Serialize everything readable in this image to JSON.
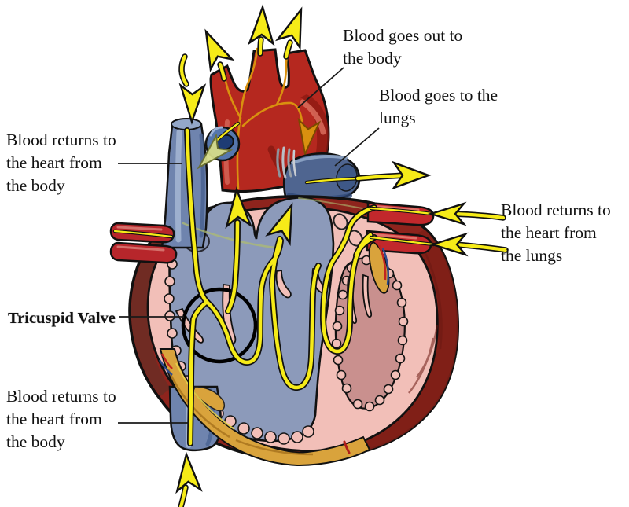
{
  "figure": {
    "type": "anatomical-diagram",
    "subject": "Cross-section of the human heart showing blood flow",
    "background": "#ffffff"
  },
  "labels": {
    "goes_out_body": "Blood goes out to\nthe body",
    "goes_lungs": "Blood goes to the\nlungs",
    "returns_body_top": "Blood returns to\nthe heart from\nthe body",
    "returns_lungs": "Blood returns to\nthe heart from\nthe lungs",
    "tricuspid": "Tricuspid Valve",
    "returns_body_bottom": "Blood returns to\nthe heart from\nthe body"
  },
  "colors": {
    "arrow_yellow": "#F6EB18",
    "pale_green_arrow": "#D6DC8A",
    "aorta_red": "#B5281F",
    "heart_muscle_red": "#8E241D",
    "dark_wall_maroon": "#7E1F17",
    "chamber_blue": "#8C9ABA",
    "interior_pink": "#F2BFB8",
    "ventricle_pink": "#C9908E",
    "vein_blue": "#6F84AE",
    "fat_gold": "#D9A33C",
    "aorta_flow_orange": "#D9900F",
    "outline": "#111111",
    "text": "#111111"
  }
}
